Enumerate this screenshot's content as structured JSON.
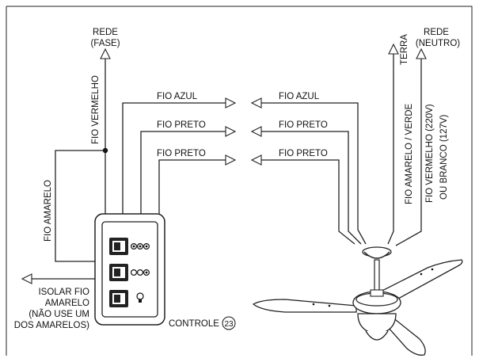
{
  "network_top": {
    "line1": "REDE",
    "line2": "(FASE)"
  },
  "terra": "TERRA",
  "network_right": {
    "line1": "REDE",
    "line2": "(NEUTRO)"
  },
  "wires": {
    "red": "FIO VERMELHO",
    "yellow": "FIO AMARELO",
    "blue_left": "FIO AZUL",
    "blue_right": "FIO AZUL",
    "black1_left": "FIO PRETO",
    "black1_right": "FIO PRETO",
    "black2_left": "FIO PRETO",
    "black2_right": "FIO PRETO",
    "yellow_green": "FIO AMARELO / VERDE",
    "red_white_1": "FIO VERMELHO (220V)",
    "red_white_2": "OU BRANCO (127V)"
  },
  "isolate_note": [
    "ISOLAR FIO",
    "AMARELO",
    "(NÃO USE UM",
    "DOS AMARELOS)"
  ],
  "controller_label": "CONTROLE",
  "controller_number": "23"
}
